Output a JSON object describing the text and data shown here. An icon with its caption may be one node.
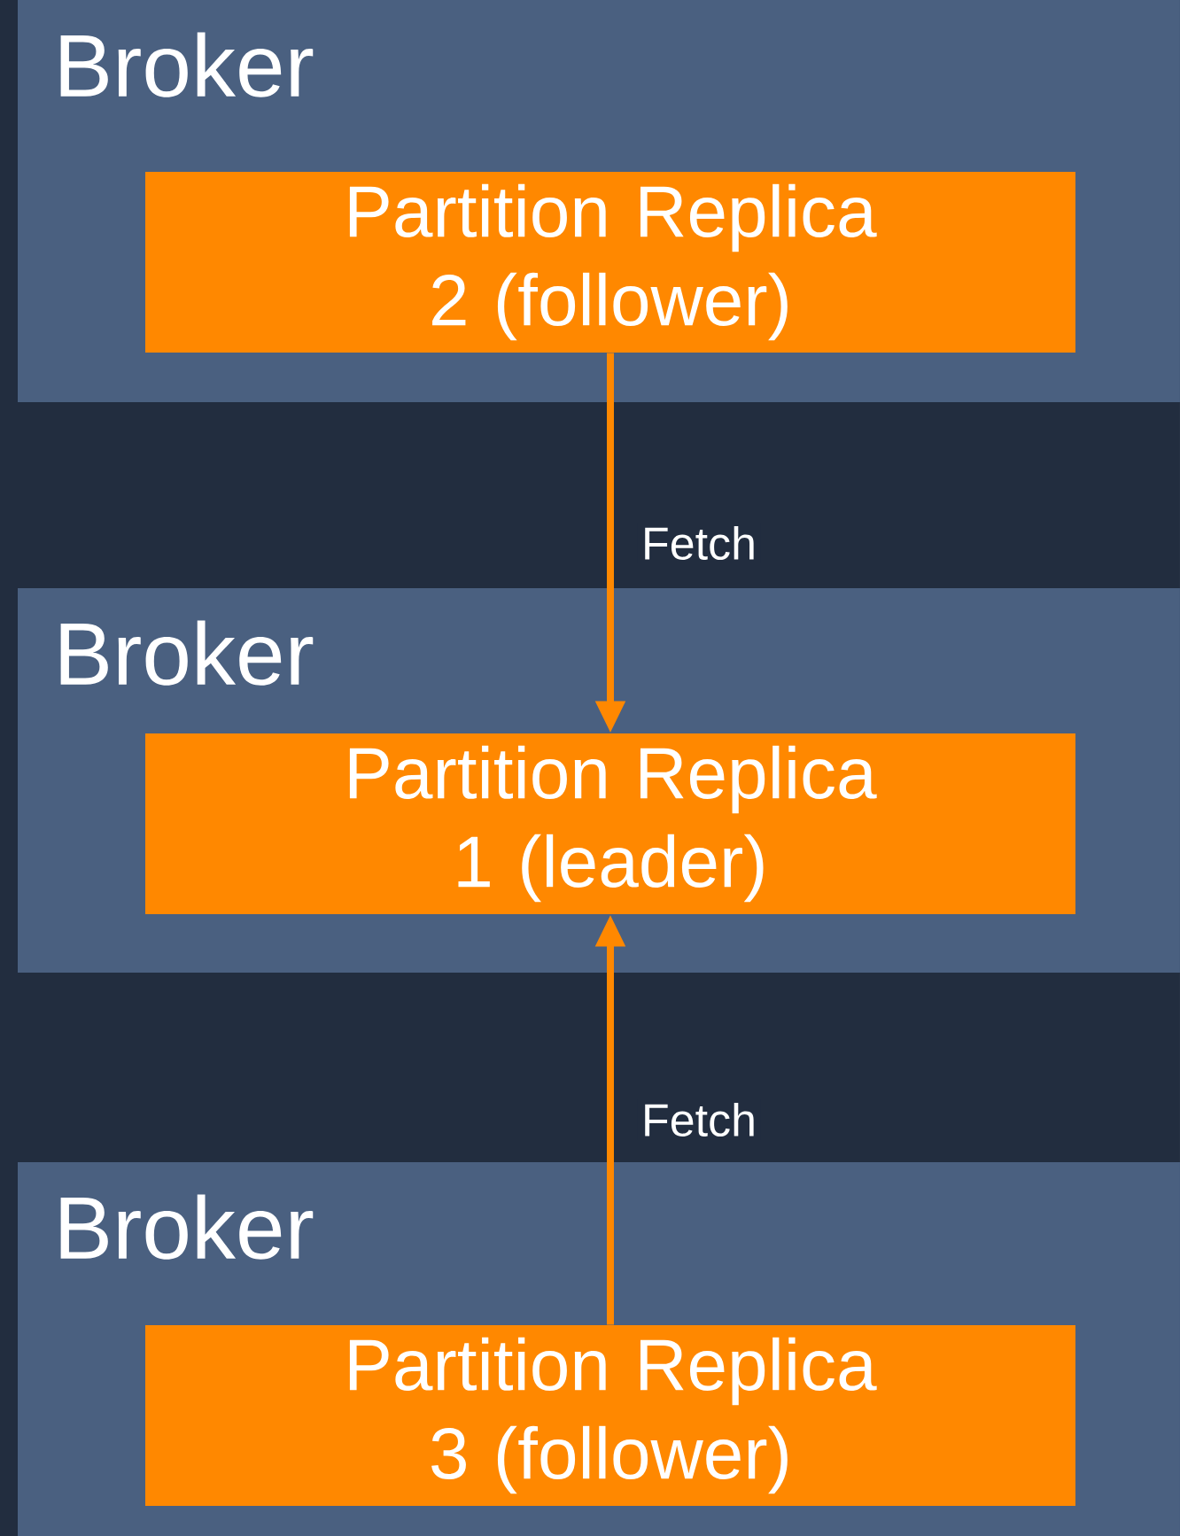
{
  "diagram": {
    "nodes": [
      {
        "text": [
          "Broker"
        ]
      },
      {
        "text": [
          "Partition Replica 2 (follower)"
        ],
        "in": 0
      },
      {
        "text": [
          "Broker"
        ]
      },
      {
        "text": [
          "Partition Replica 1 (leader)"
        ],
        "in": 2
      },
      {
        "text": [
          "Broker"
        ]
      },
      {
        "text": [
          "Partition Replica 3 (follower)"
        ],
        "in": 4
      }
    ],
    "edges": [
      {
        "from": 1,
        "to": 3,
        "arrow": "to",
        "label": "Fetch"
      },
      {
        "from": 5,
        "to": 3,
        "arrow": "to",
        "label": "Fetch"
      }
    ]
  }
}
